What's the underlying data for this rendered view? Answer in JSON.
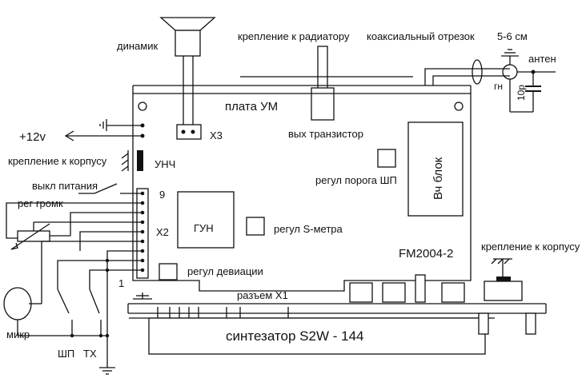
{
  "labels": {
    "speaker": "динамик",
    "radiator_mount": "крепление к радиатору",
    "coax_segment": "коаксиальный отрезок",
    "coax_length": "5-6 см",
    "antenna": "антен",
    "gn": "гн",
    "cap": "10p",
    "board_title": "плата УМ",
    "plus12": "+12v",
    "x3": "Х3",
    "out_transistor": "вых транзистор",
    "case_mount_left": "крепление к корпусу",
    "unch": "УНЧ",
    "sq_threshold": "регул порога ШП",
    "rf_block": "Вч блок",
    "power_off": "выкл питания",
    "pin9": "9",
    "vol": "рег громк",
    "vco": "ГУН",
    "smeter": "регул S-метра",
    "x2": "Х2",
    "model": "FM2004-2",
    "case_mount_right": "крепление к корпусу",
    "deviation": "регул девиации",
    "pin1": "1",
    "x1": "разъем Х1",
    "mic": "микр",
    "sq": "ШП",
    "tx": "ТХ",
    "synth": "синтезатор S2W - 144"
  },
  "colors": {
    "ink": "#111111",
    "background": "#ffffff"
  }
}
